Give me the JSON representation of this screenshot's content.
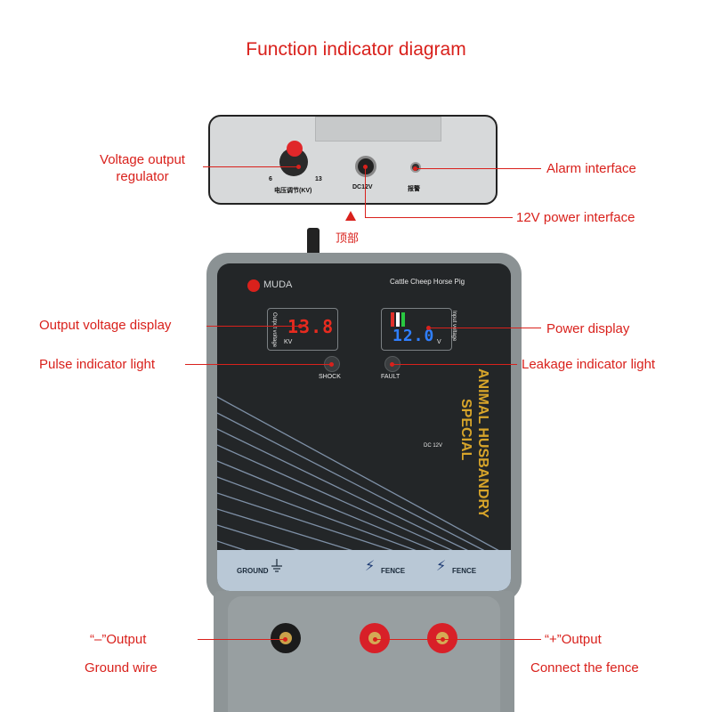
{
  "title": "Function indicator diagram",
  "callouts": {
    "voltage_regulator": "Voltage output\nregulator",
    "alarm_interface": "Alarm interface",
    "power_interface": "12V power interface",
    "output_voltage_display": "Output voltage display",
    "power_display": "Power display",
    "pulse_light": "Pulse indicator light",
    "leakage_light": "Leakage indicator light",
    "neg_output": "“–”Output",
    "ground_wire": "Ground wire",
    "pos_output": "“+”Output",
    "connect_fence": "Connect the fence"
  },
  "inset": {
    "regulator_label": "电压调节(KV)",
    "range_min": "6",
    "range_max": "13",
    "dc_label": "DC12V",
    "alarm_label": "报警"
  },
  "top_marker": "顶部",
  "device": {
    "brand": "MUDA",
    "animals": "Cattle Cheep Horse Pig",
    "output_display_label": "Output voltage",
    "output_value": "13.8",
    "output_unit": "KV",
    "input_display_label": "Input voltage",
    "input_value": "12.0",
    "input_unit": "V",
    "shock_label": "SHOCK",
    "fault_label": "FAULT",
    "special_line1": "ANIMAL HUSBANDRY",
    "special_line2": "SPECIAL",
    "dc_rating": "DC 12V",
    "ground_label": "GROUND",
    "fence_label_1": "FENCE",
    "fence_label_2": "FENCE"
  },
  "colors": {
    "annotation": "#d9211c",
    "output_led": "#e82b1f",
    "input_led": "#2f7fff"
  }
}
